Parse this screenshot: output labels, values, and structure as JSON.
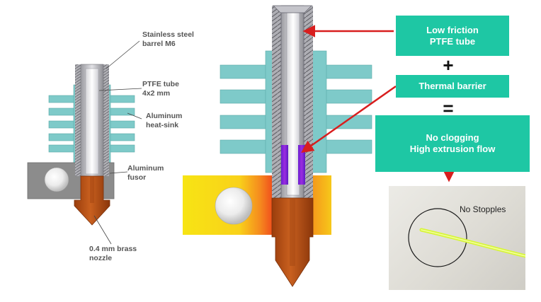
{
  "labels": {
    "barrel": "Stainless steel\nbarrel M6",
    "ptfe": "PTFE tube\n4x2 mm",
    "heatsink": "Aluminum\nheat-sink",
    "fusor": "Aluminum\nfusor",
    "nozzle": "0.4 mm brass\nnozzle"
  },
  "boxes": {
    "low_friction": "Low friction\nPTFE tube",
    "thermal_barrier": "Thermal barrier",
    "result": "No clogging\nHigh extrusion flow"
  },
  "operators": {
    "plus": "+",
    "equals": "="
  },
  "photo": {
    "caption": "No Stopples"
  },
  "colors": {
    "box": "#1ec7a4",
    "heatsink": "#7ecac9",
    "arrow": "#d81e1e",
    "brass": "#c0541a",
    "fusor_left": "#8c8c8c",
    "filament": "#d7f53a"
  }
}
